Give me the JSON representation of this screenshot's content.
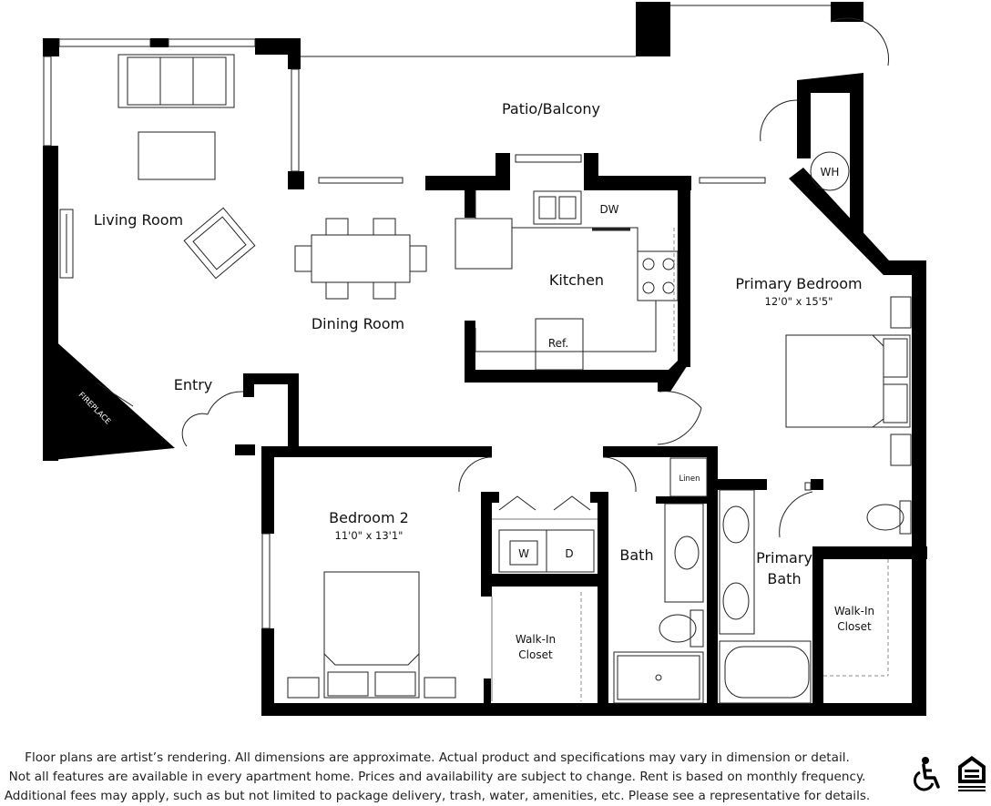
{
  "rooms": {
    "patio": "Patio/Balcony",
    "living": "Living Room",
    "dining": "Dining Room",
    "kitchen": "Kitchen",
    "entry": "Entry",
    "fireplace": "FIREPLACE",
    "primary_bedroom": "Primary Bedroom",
    "primary_bedroom_dim": "12'0\" x 15'5\"",
    "bedroom2": "Bedroom 2",
    "bedroom2_dim": "11'0\" x 13'1\"",
    "bath": "Bath",
    "primary_bath_line1": "Primary",
    "primary_bath_line2": "Bath",
    "walkin_line1": "Walk-In",
    "walkin_line2": "Closet",
    "walkin2_line1": "Walk-In",
    "walkin2_line2": "Closet",
    "linen": "Linen"
  },
  "fixtures": {
    "dishwasher": "DW",
    "refrigerator": "Ref.",
    "water_heater": "WH",
    "washer": "W",
    "dryer": "D"
  },
  "disclaimer": {
    "line1": "Floor plans are artist’s rendering. All dimensions are approximate. Actual product and specifications may vary in dimension or detail.",
    "line2": "Not all features are available in every apartment home. Prices and availability are subject to change. Rent is based on monthly frequency.",
    "line3": "Additional fees may apply, such as but not limited to package delivery, trash, water, amenities, etc. Please see a representative for details."
  },
  "icons": {
    "accessibility": "wheelchair-icon",
    "housing": "equal-housing-opportunity-icon"
  }
}
